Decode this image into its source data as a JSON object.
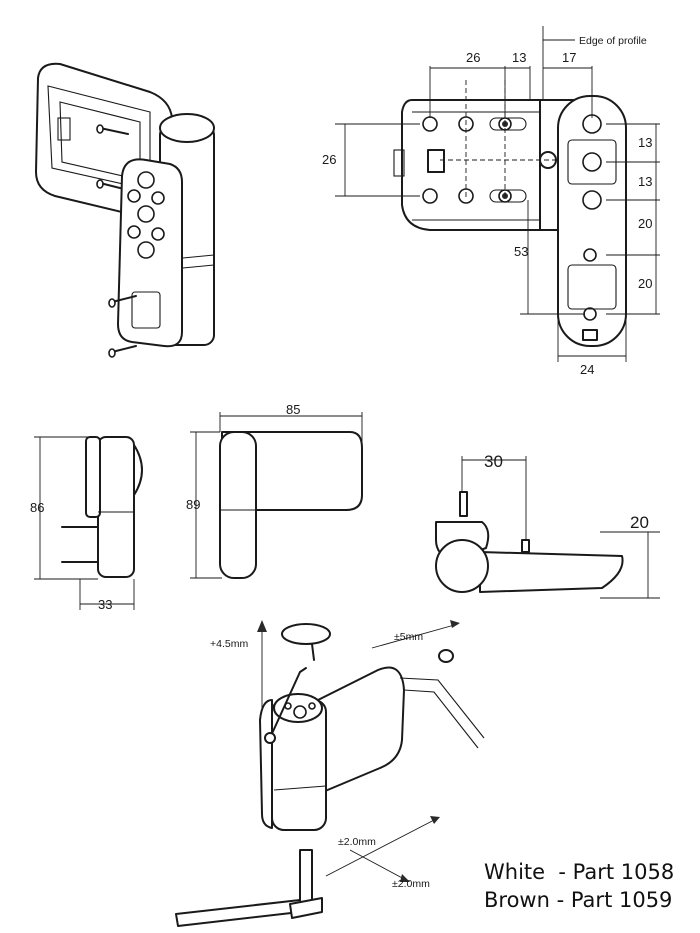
{
  "labels": {
    "edge_of_profile": "Edge of profile",
    "plan_26_top": "26",
    "plan_13_top": "13",
    "plan_17_top": "17",
    "plan_26_left": "26",
    "plan_13_r1": "13",
    "plan_13_r2": "13",
    "plan_20_r1": "20",
    "plan_20_r2": "20",
    "plan_53": "53",
    "plan_24": "24",
    "side_86": "86",
    "side_33": "33",
    "front_85": "85",
    "front_89": "89",
    "top_30": "30",
    "top_20": "20",
    "adj_vertical": "+4.5mm",
    "adj_lateral": "±5mm",
    "adj_compress_a": "±2.0mm",
    "adj_compress_b": "±2.0mm"
  },
  "parts": {
    "white": "White  - Part 1058",
    "brown": "Brown - Part 1059"
  }
}
